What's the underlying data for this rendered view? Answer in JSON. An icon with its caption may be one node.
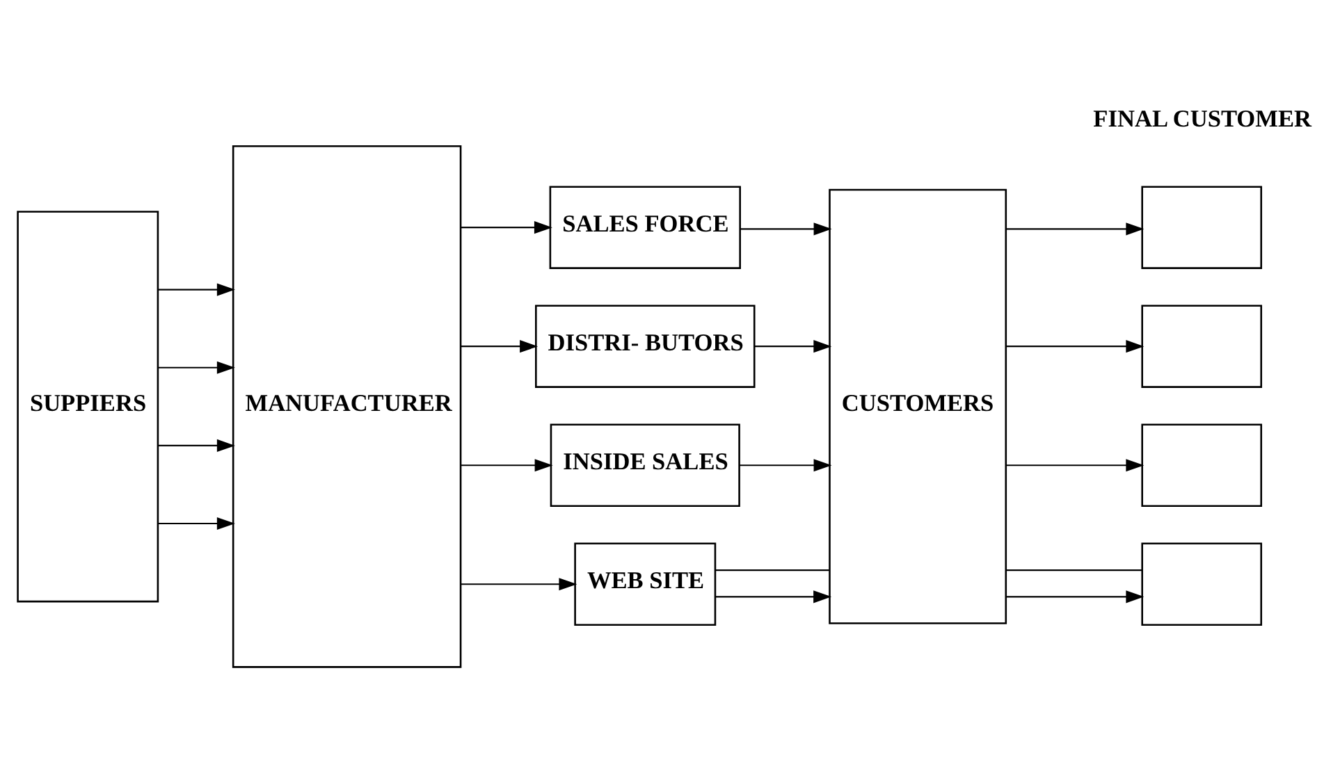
{
  "diagram": {
    "nodes": [
      {
        "text": [
          "SUPPIERS"
        ]
      },
      {
        "text": [
          "MANUFACTURER"
        ]
      },
      {
        "text": [
          "SALES FORCE"
        ]
      },
      {
        "text": [
          "DISTRI- BUTORS"
        ]
      },
      {
        "text": [
          "INSIDE SALES"
        ]
      },
      {
        "text": [
          "WEB SITE"
        ]
      },
      {
        "text": [
          "CUSTOMERS"
        ]
      },
      {
        "text": [],
        "shape": "box"
      },
      {
        "text": [],
        "shape": "box"
      },
      {
        "text": [],
        "shape": "box"
      },
      {
        "text": [],
        "shape": "box"
      }
    ],
    "edges": [
      {
        "from": 0,
        "to": 1,
        "arrow": "to"
      },
      {
        "from": 0,
        "to": 1,
        "arrow": "to"
      },
      {
        "from": 0,
        "to": 1,
        "arrow": "to"
      },
      {
        "from": 0,
        "to": 1,
        "arrow": "to"
      },
      {
        "from": 1,
        "to": 2,
        "arrow": "to"
      },
      {
        "from": 1,
        "to": 3,
        "arrow": "to"
      },
      {
        "from": 1,
        "to": 4,
        "arrow": "to"
      },
      {
        "from": 1,
        "to": 5,
        "arrow": "to"
      },
      {
        "from": 2,
        "to": 6,
        "arrow": "to"
      },
      {
        "from": 3,
        "to": 6,
        "arrow": "to"
      },
      {
        "from": 4,
        "to": 6,
        "arrow": "to"
      },
      {
        "from": 5,
        "to": 6,
        "arrow": "to"
      },
      {
        "from": 6,
        "to": 7,
        "arrow": "to"
      },
      {
        "from": 6,
        "to": 8,
        "arrow": "to"
      },
      {
        "from": 6,
        "to": 9,
        "arrow": "to"
      },
      {
        "from": 6,
        "to": 10,
        "arrow": "to"
      },
      {
        "from": 5,
        "to": 6,
        "arrow": "none"
      },
      {
        "from": 6,
        "to": 10,
        "arrow": "none"
      }
    ],
    "labels": [
      "FINAL CUSTOMER"
    ]
  }
}
